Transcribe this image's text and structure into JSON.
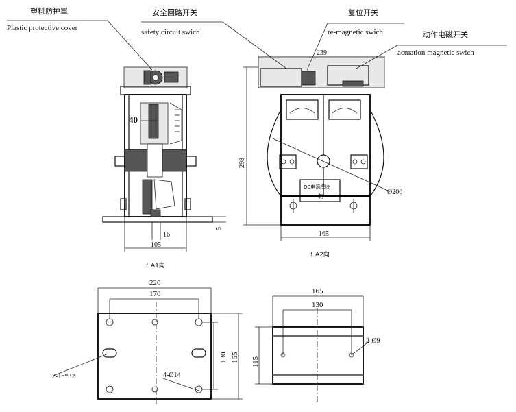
{
  "callouts": {
    "plastic_cover_cn": "塑料防护罩",
    "plastic_cover_en": "Plastic protective cover",
    "safety_switch_cn": "安全回路开关",
    "safety_switch_en": "safety circuit swich",
    "reset_switch_cn": "复位开关",
    "reset_switch_en": "re-magnetic swich",
    "actuation_switch_cn": "动作电磁开关",
    "actuation_switch_en": "actuation magnetic swich"
  },
  "dimensions": {
    "d_40": "40",
    "d_16": "16",
    "d_105": "105",
    "d_5": "5",
    "d_239": "239",
    "d_298": "298",
    "d_165_front": "165",
    "d_200": "Ø200",
    "d_220": "220",
    "d_170": "170",
    "d_130_left": "130",
    "d_165_left": "165",
    "d_slot": "2-16*32",
    "d_holes": "4-Ø14",
    "d_165_right": "165",
    "d_130_right": "130",
    "d_115": "115",
    "d_holes_right": "2-Ø9"
  },
  "views": {
    "a1": "A1向",
    "a2": "A2向"
  },
  "plates": {
    "front_plate": "DC电源模块",
    "front_plate_2": "制"
  }
}
